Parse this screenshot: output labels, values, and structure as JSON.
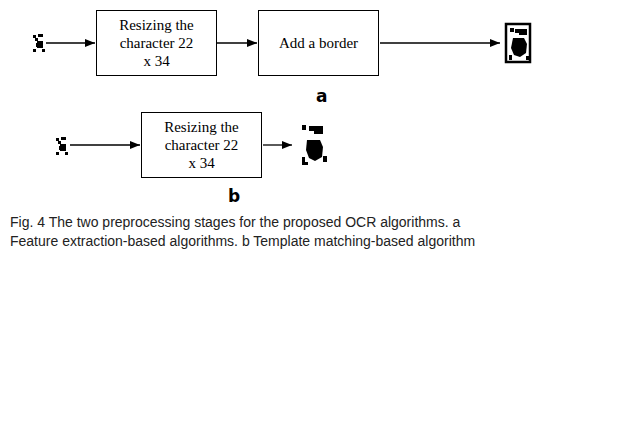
{
  "diagram": {
    "caption": "Fig. 4 The two preprocessing stages for the proposed OCR algorithms. a Feature extraction-based algorithms. b Template matching-based algorithm",
    "nodes": [
      {
        "text": [
          "Resizing the character 22 x 34"
        ]
      },
      {
        "text": [
          "Add a border"
        ]
      },
      {
        "text": [
          "Resizing the character 22 x 34"
        ]
      }
    ],
    "edges": [
      {
        "from": 0,
        "to": 1,
        "arrow": "to"
      }
    ],
    "labels": [
      "a",
      "b"
    ]
  }
}
